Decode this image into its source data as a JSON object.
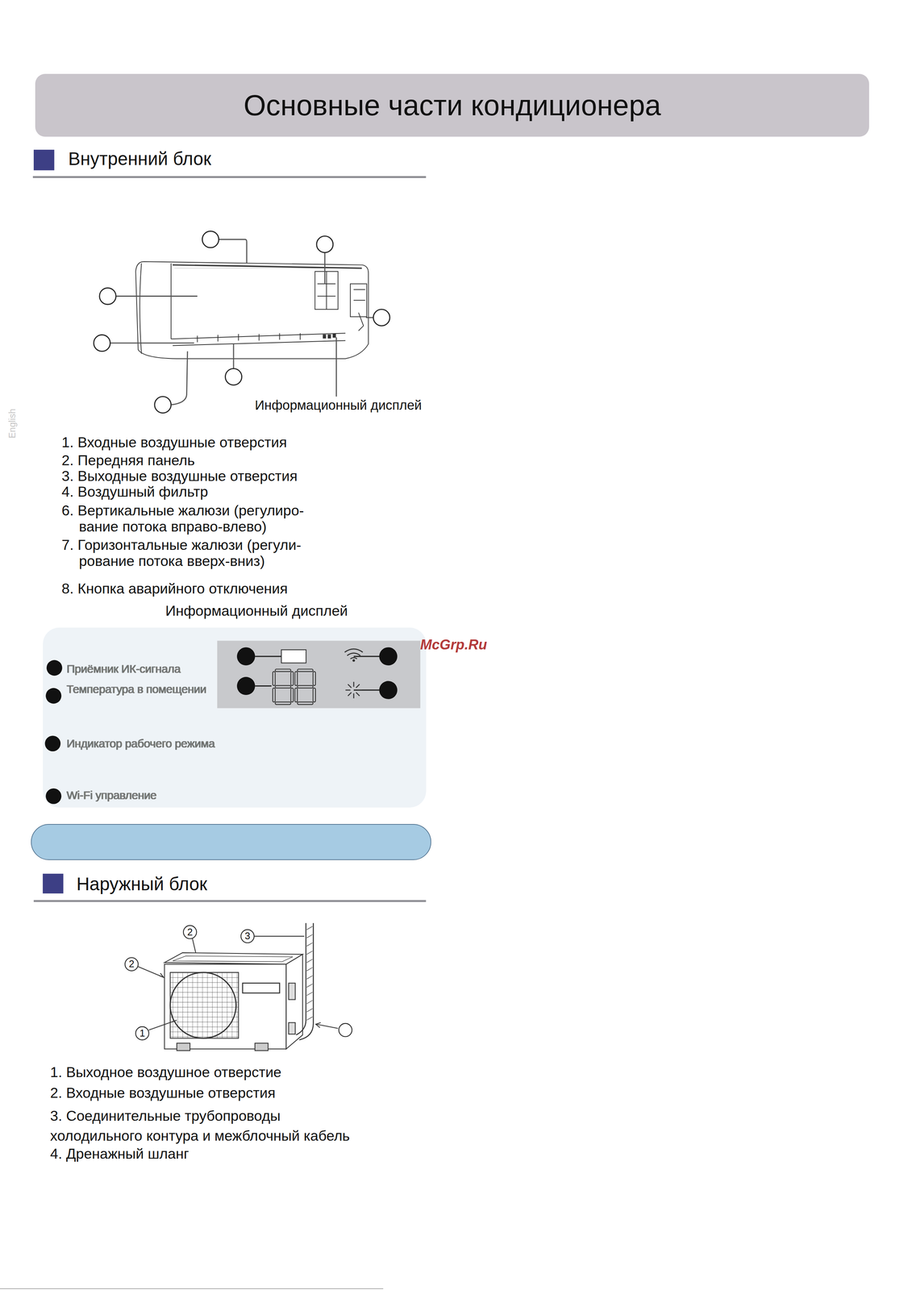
{
  "diagram": {
    "title": "Основные части кондиционера",
    "nodes": [
      {
        "text": [
          "Основные части кондиционера"
        ]
      },
      {
        "text": [
          "Приёмник ИК-сигнала",
          "Температура в помещении",
          "Индикатор рабочего режима",
          "Wi-Fi управление"
        ]
      }
    ],
    "labels": [
      "English",
      "Внутренний блок",
      "Информационный дисплей",
      "1. Входные воздушные отверстия",
      "2. Передняя панель",
      "3. Выходные воздушные отверстия",
      "4. Воздушный фильтр",
      "6. Вертикальные жалюзи (регулиро- вание потока вправо-влево)",
      "7. Горизонтальные жалюзи (регули- рование потока вверх-вниз)",
      "8. Кнопка аварийного отключения",
      "Информационный дисплей",
      "McGrp.Ru",
      "Наружный блок",
      "2",
      "3",
      "2",
      "1",
      "1. Выходное воздушное отверстие",
      "2. Входные воздушные отверстия",
      "3. Соединительные трубопроводы холодильного контура и межблочный кабель",
      "4. Дренажный шланг"
    ]
  }
}
